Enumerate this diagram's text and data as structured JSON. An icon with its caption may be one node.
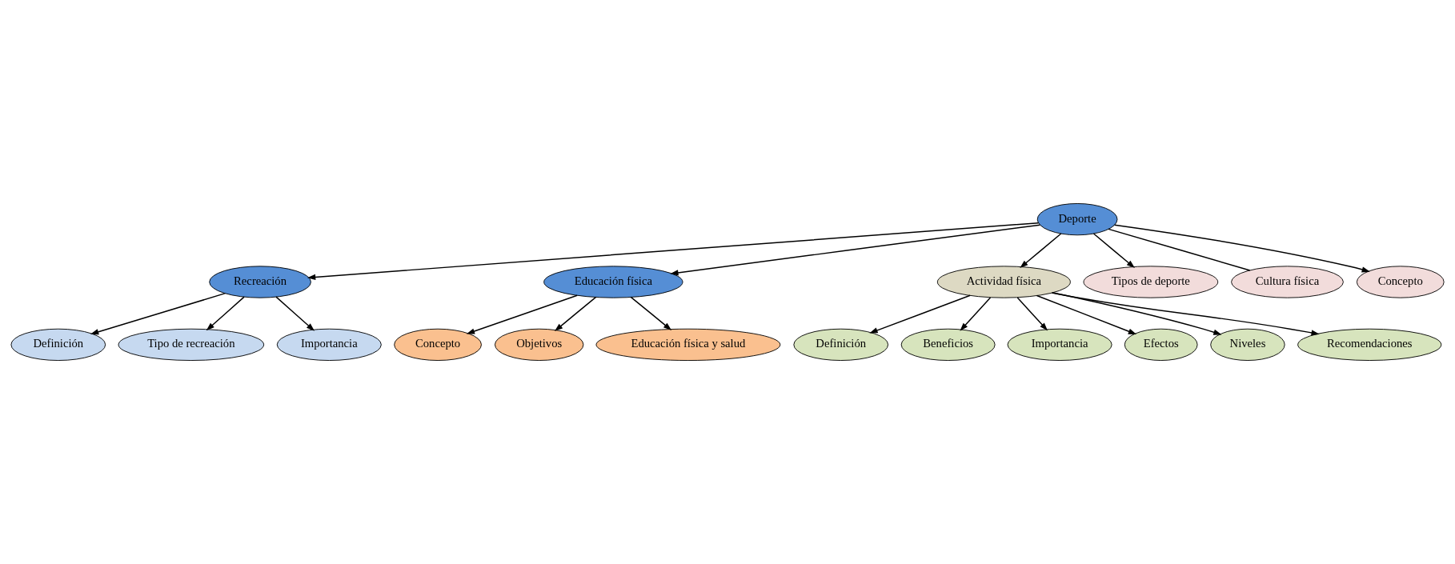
{
  "diagram": {
    "nodes": [
      {
        "text": [
          "Deporte"
        ]
      },
      {
        "text": [
          "Recreación"
        ]
      },
      {
        "text": [
          "Educación física"
        ]
      },
      {
        "text": [
          "Actividad física"
        ]
      },
      {
        "text": [
          "Tipos de deporte"
        ]
      },
      {
        "text": [
          "Cultura física"
        ]
      },
      {
        "text": [
          "Concepto"
        ]
      },
      {
        "text": [
          "Definición"
        ]
      },
      {
        "text": [
          "Tipo de recreación"
        ]
      },
      {
        "text": [
          "Importancia"
        ]
      },
      {
        "text": [
          "Concepto"
        ]
      },
      {
        "text": [
          "Objetivos"
        ]
      },
      {
        "text": [
          "Educación física y salud"
        ]
      },
      {
        "text": [
          "Definición"
        ]
      },
      {
        "text": [
          "Beneficios"
        ]
      },
      {
        "text": [
          "Importancia"
        ]
      },
      {
        "text": [
          "Efectos"
        ]
      },
      {
        "text": [
          "Niveles"
        ]
      },
      {
        "text": [
          "Recomendaciones"
        ]
      }
    ],
    "edges": [
      {
        "from": 0,
        "to": 4,
        "arrow": "to"
      },
      {
        "from": 0,
        "to": 5,
        "arrow": "none"
      },
      {
        "from": 0,
        "to": 6,
        "arrow": "to"
      },
      {
        "from": 0,
        "to": 1,
        "arrow": "to"
      },
      {
        "from": 0,
        "to": 2,
        "arrow": "to"
      },
      {
        "from": 0,
        "to": 3,
        "arrow": "to"
      },
      {
        "from": 1,
        "to": 7,
        "arrow": "to"
      },
      {
        "from": 1,
        "to": 8,
        "arrow": "to"
      },
      {
        "from": 1,
        "to": 9,
        "arrow": "to"
      },
      {
        "from": 2,
        "to": 10,
        "arrow": "to"
      },
      {
        "from": 2,
        "to": 11,
        "arrow": "to"
      },
      {
        "from": 2,
        "to": 12,
        "arrow": "to"
      },
      {
        "from": 3,
        "to": 13,
        "arrow": "to"
      },
      {
        "from": 3,
        "to": 14,
        "arrow": "to"
      },
      {
        "from": 3,
        "to": 15,
        "arrow": "to"
      },
      {
        "from": 3,
        "to": 16,
        "arrow": "to"
      },
      {
        "from": 3,
        "to": 17,
        "arrow": "to"
      },
      {
        "from": 3,
        "to": 18,
        "arrow": "to"
      }
    ]
  }
}
